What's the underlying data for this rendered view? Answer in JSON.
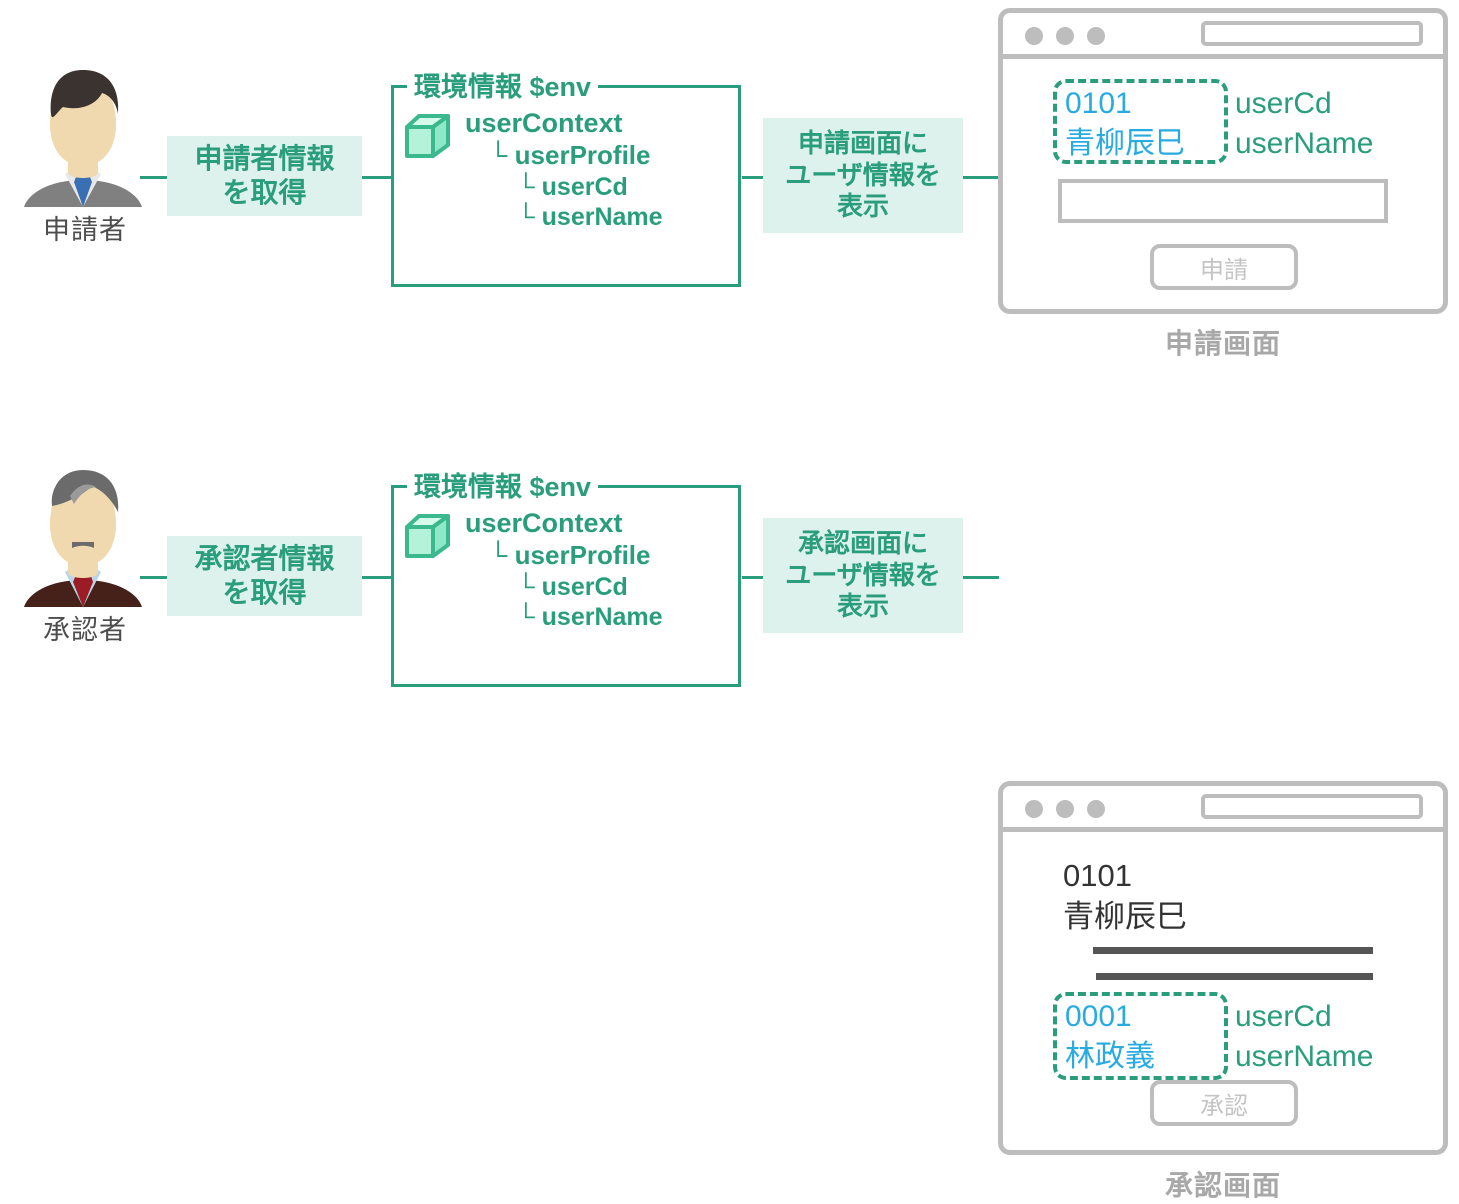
{
  "rows": [
    {
      "persona": {
        "label": "申請者",
        "icon": "applicant-avatar-icon"
      },
      "step_get": "申請者情報\nを取得",
      "env": {
        "legend": "環境情報 $env",
        "cube_icon": "cube-icon",
        "nodes": [
          {
            "text": "userContext",
            "level": 0
          },
          {
            "text": "└ userProfile",
            "level": 1
          },
          {
            "text": "└ userCd",
            "level": 2
          },
          {
            "text": "└ userName",
            "level": 2
          }
        ]
      },
      "step_show": "申請画面に\nユーザ情報を\n表示",
      "screen": {
        "caption": "申請画面",
        "highlight_values": [
          "0101",
          "青柳辰巳"
        ],
        "field_labels": [
          "userCd",
          "userName"
        ],
        "button": "申請"
      }
    },
    {
      "persona": {
        "label": "承認者",
        "icon": "approver-avatar-icon"
      },
      "step_get": "承認者情報\nを取得",
      "env": {
        "legend": "環境情報 $env",
        "cube_icon": "cube-icon",
        "nodes": [
          {
            "text": "userContext",
            "level": 0
          },
          {
            "text": "└ userProfile",
            "level": 1
          },
          {
            "text": "└ userCd",
            "level": 2
          },
          {
            "text": "└ userName",
            "level": 2
          }
        ]
      },
      "step_show": "承認画面に\nユーザ情報を\n表示",
      "screen": {
        "caption": "承認画面",
        "static_values": [
          "0101",
          "青柳辰巳"
        ],
        "highlight_values": [
          "0001",
          "林政義"
        ],
        "field_labels": [
          "userCd",
          "userName"
        ],
        "button": "承認"
      }
    }
  ],
  "colors": {
    "green": "#2a9d7c",
    "green_bg": "#ddf2ec",
    "cube_fill": "#b5f2da",
    "blue_value": "#29abe2",
    "gray_chrome": "#bdbdbd",
    "gray_caption": "#a8a8a8",
    "dark_rule": "#555555",
    "persona_caption": "#4d4d4d"
  }
}
